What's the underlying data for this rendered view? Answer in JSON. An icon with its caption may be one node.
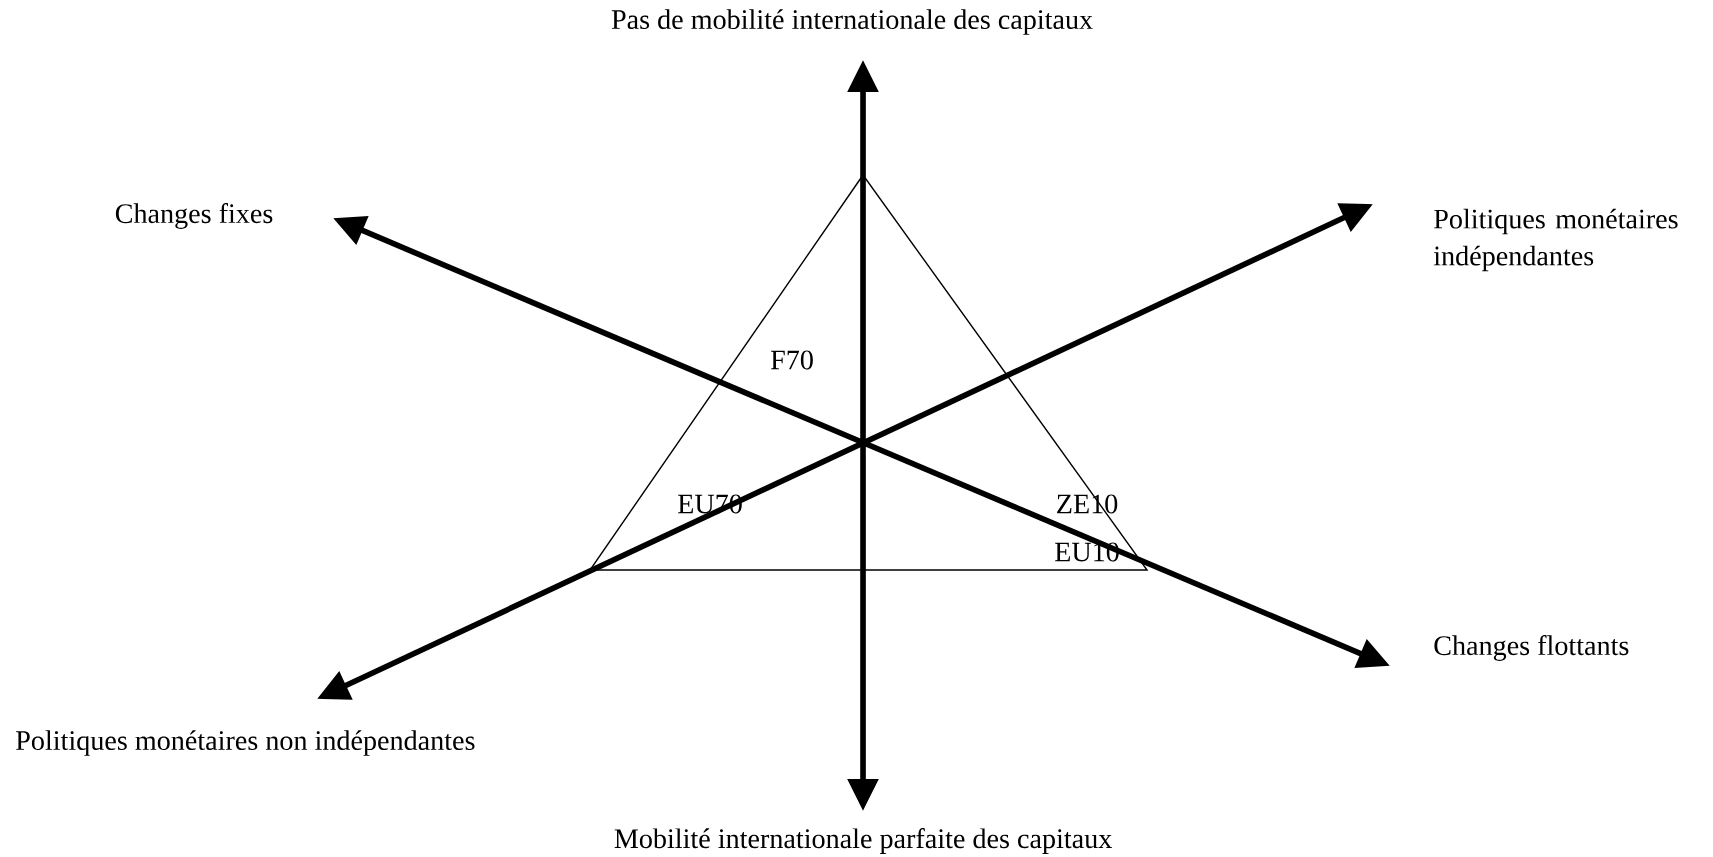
{
  "diagram": {
    "nodes": [
      {
        "text": [
          "Pas de mobilité internationale des capitaux"
        ]
      },
      {
        "text": [
          "Mobilité internationale parfaite des capitaux"
        ]
      },
      {
        "text": [
          "Changes fixes"
        ]
      },
      {
        "text": [
          "Changes flottants"
        ]
      },
      {
        "text": [
          "Politiques monétaires indépendantes"
        ]
      },
      {
        "text": [
          "Politiques monétaires non indépendantes"
        ]
      }
    ],
    "edges": [
      {
        "from": 0,
        "to": 1,
        "arrow": "both"
      },
      {
        "from": 2,
        "to": 3,
        "arrow": "both"
      },
      {
        "from": 4,
        "to": 5,
        "arrow": "both"
      }
    ],
    "labels": [
      "F70",
      "EU70",
      "ZE10",
      "EU10"
    ]
  }
}
